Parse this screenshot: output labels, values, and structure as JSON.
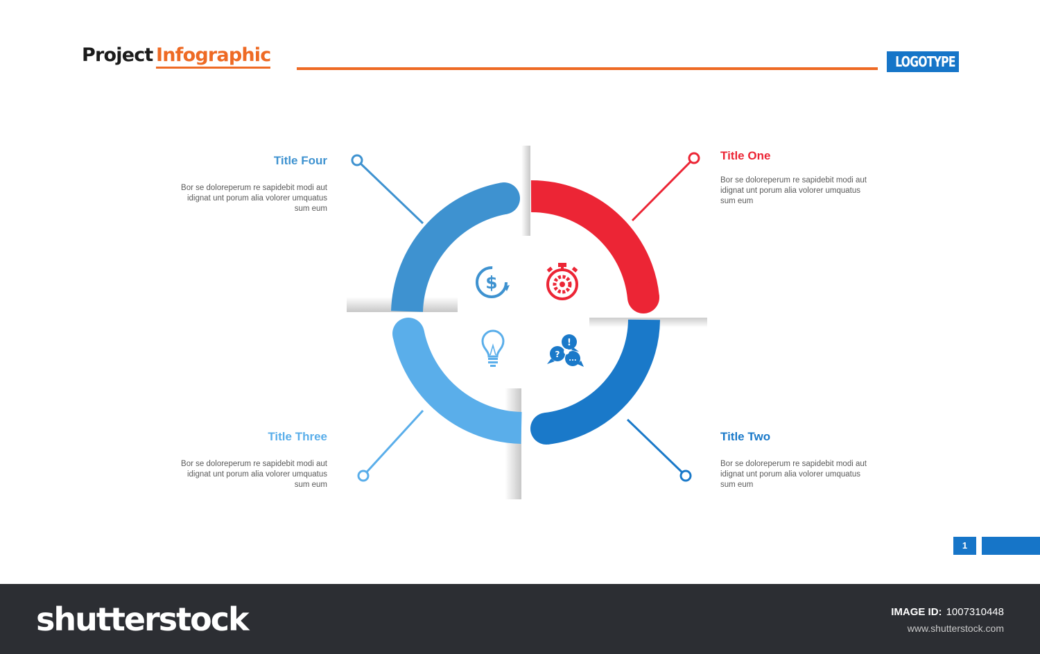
{
  "header": {
    "title_part1": "Project",
    "title_part2": "Infographic",
    "logo": "LOGOTYPE",
    "accent_color": "#ee6a24",
    "logo_color": "#1675c8"
  },
  "items": [
    {
      "title": "Title One",
      "body": "Bor se doloreperum re sapidebit modi aut idignat unt porum alia volorer umquatus sum eum",
      "color": "#ec2535",
      "icon": "stopwatch-gear-icon"
    },
    {
      "title": "Title Two",
      "body": "Bor se doloreperum re sapidebit modi aut idignat unt porum alia volorer umquatus sum eum",
      "color": "#1a79c9",
      "icon": "speech-bubbles-icon"
    },
    {
      "title": "Title Three",
      "body": "Bor se doloreperum re sapidebit modi aut idignat unt porum alia volorer umquatus sum eum",
      "color": "#5aaeea",
      "icon": "lightbulb-icon"
    },
    {
      "title": "Title Four",
      "body": "Bor se doloreperum re sapidebit modi aut idignat unt porum alia volorer umquatus sum eum",
      "color": "#3e92d0",
      "icon": "dollar-cycle-icon"
    }
  ],
  "page": {
    "number": "1"
  },
  "footer": {
    "brand": "shutterstock",
    "image_id_label": "IMAGE ID:",
    "image_id": "1007310448",
    "site": "www.shutterstock.com"
  }
}
